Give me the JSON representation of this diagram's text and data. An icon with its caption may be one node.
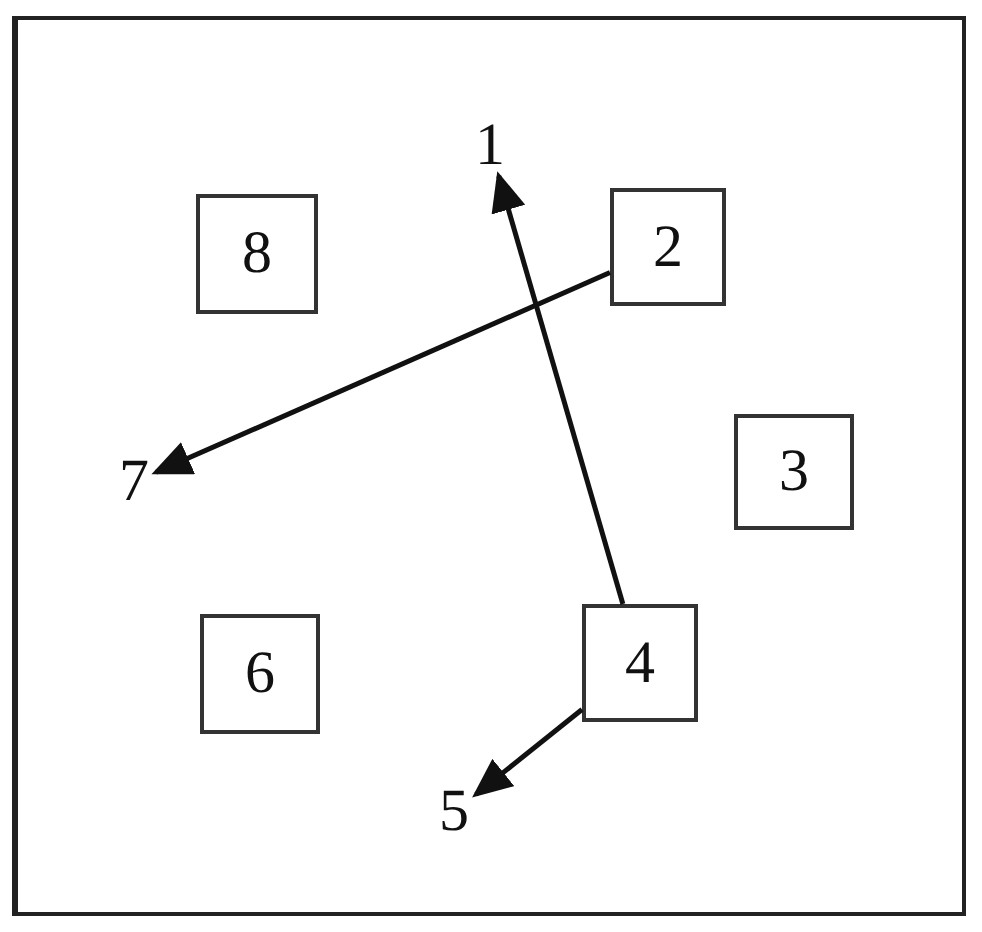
{
  "diagram": {
    "nodes": [
      {
        "text": [
          "1"
        ]
      },
      {
        "text": [
          "2"
        ]
      },
      {
        "text": [
          "3"
        ]
      },
      {
        "text": [
          "4"
        ]
      },
      {
        "text": [
          "5"
        ]
      },
      {
        "text": [
          "6"
        ]
      },
      {
        "text": [
          "7"
        ]
      },
      {
        "text": [
          "8"
        ]
      }
    ],
    "edges": [
      {
        "from": 3,
        "to": 0,
        "arrow": "to"
      },
      {
        "from": 1,
        "to": 6,
        "arrow": "to"
      },
      {
        "from": 3,
        "to": 4,
        "arrow": "to"
      }
    ]
  }
}
